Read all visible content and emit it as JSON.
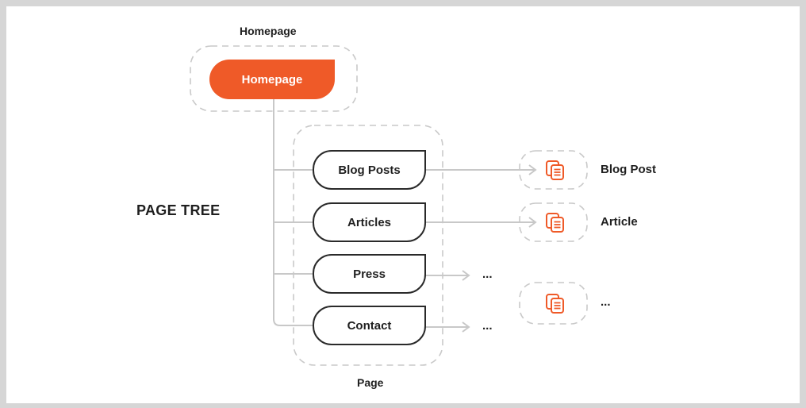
{
  "diagram": {
    "side_title": "PAGE TREE",
    "homepage_group_label": "Homepage",
    "homepage_node": "Homepage",
    "page_group_label": "Page",
    "children": [
      {
        "label": "Blog Posts",
        "target": "Blog Post"
      },
      {
        "label": "Articles",
        "target": "Article"
      },
      {
        "label": "Press",
        "target": "..."
      },
      {
        "label": "Contact",
        "target": "..."
      }
    ],
    "extra_type_label": "...",
    "icons": [
      "documents-icon",
      "documents-icon",
      "documents-icon"
    ],
    "colors": {
      "accent": "#ef5a28",
      "line": "#c8c8c8",
      "dash": "#c9c9c9",
      "node_border": "#2a2a2a"
    }
  }
}
